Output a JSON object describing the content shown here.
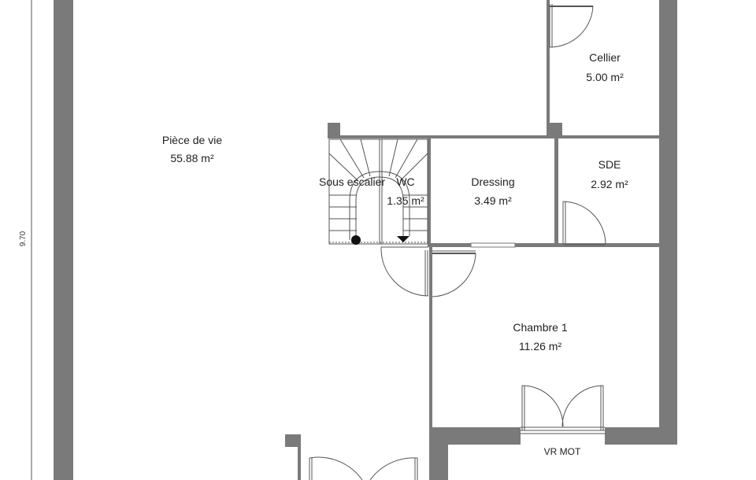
{
  "rooms": [
    {
      "id": "piece-de-vie",
      "name": "Pièce de vie",
      "area": "55.88 m²"
    },
    {
      "id": "cellier",
      "name": "Cellier",
      "area": "5.00 m²"
    },
    {
      "id": "sous-escalier",
      "name": "Sous escalier",
      "area": ""
    },
    {
      "id": "wc",
      "name": "WC",
      "area": "1.35 m²"
    },
    {
      "id": "dressing",
      "name": "Dressing",
      "area": "3.49 m²"
    },
    {
      "id": "sde",
      "name": "SDE",
      "area": "2.92 m²"
    },
    {
      "id": "chambre-1",
      "name": "Chambre 1",
      "area": "11.26 m²"
    }
  ],
  "annotations": {
    "vr_mot": "VR MOT",
    "dimension_vertical": "9.70"
  },
  "colors": {
    "wall": "#7a7a7a",
    "line": "#555555",
    "text": "#222222"
  }
}
